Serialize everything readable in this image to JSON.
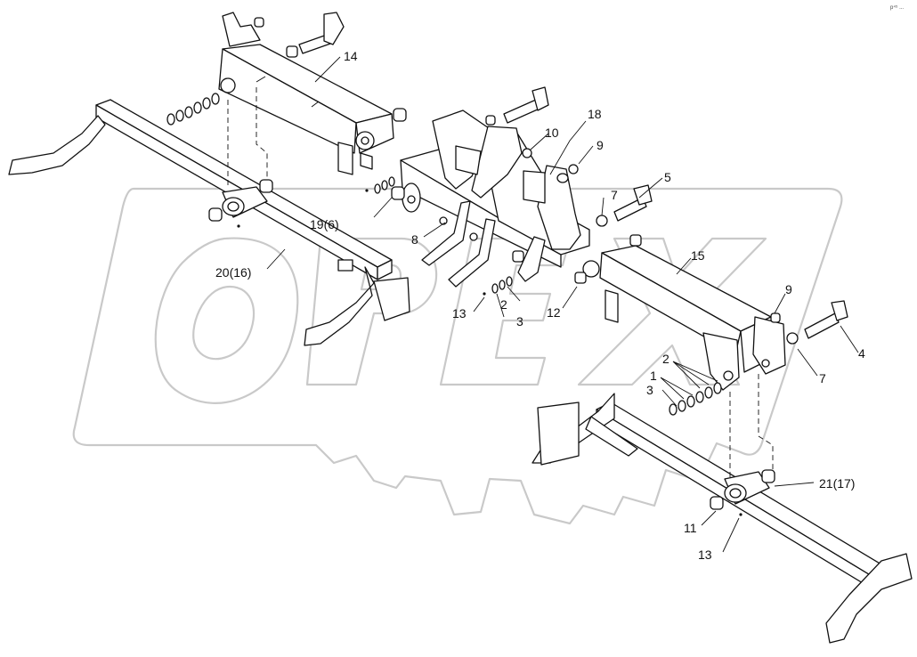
{
  "corner_mark": "p⁴⁵ ...",
  "watermark": "OPEX",
  "callouts": [
    {
      "id": "14",
      "text": "14"
    },
    {
      "id": "18",
      "text": "18"
    },
    {
      "id": "10",
      "text": "10"
    },
    {
      "id": "9a",
      "text": "9"
    },
    {
      "id": "5",
      "text": "5"
    },
    {
      "id": "7a",
      "text": "7"
    },
    {
      "id": "19-6",
      "text": "19(6)"
    },
    {
      "id": "8",
      "text": "8"
    },
    {
      "id": "20-16",
      "text": "20(16)"
    },
    {
      "id": "15",
      "text": "15"
    },
    {
      "id": "2a",
      "text": "2"
    },
    {
      "id": "13a",
      "text": "13"
    },
    {
      "id": "3a",
      "text": "3"
    },
    {
      "id": "12",
      "text": "12"
    },
    {
      "id": "9b",
      "text": "9"
    },
    {
      "id": "4",
      "text": "4"
    },
    {
      "id": "7b",
      "text": "7"
    },
    {
      "id": "2b",
      "text": "2"
    },
    {
      "id": "1",
      "text": "1"
    },
    {
      "id": "3b",
      "text": "3"
    },
    {
      "id": "21-17",
      "text": "21(17)"
    },
    {
      "id": "11",
      "text": "11"
    },
    {
      "id": "13b",
      "text": "13"
    }
  ]
}
